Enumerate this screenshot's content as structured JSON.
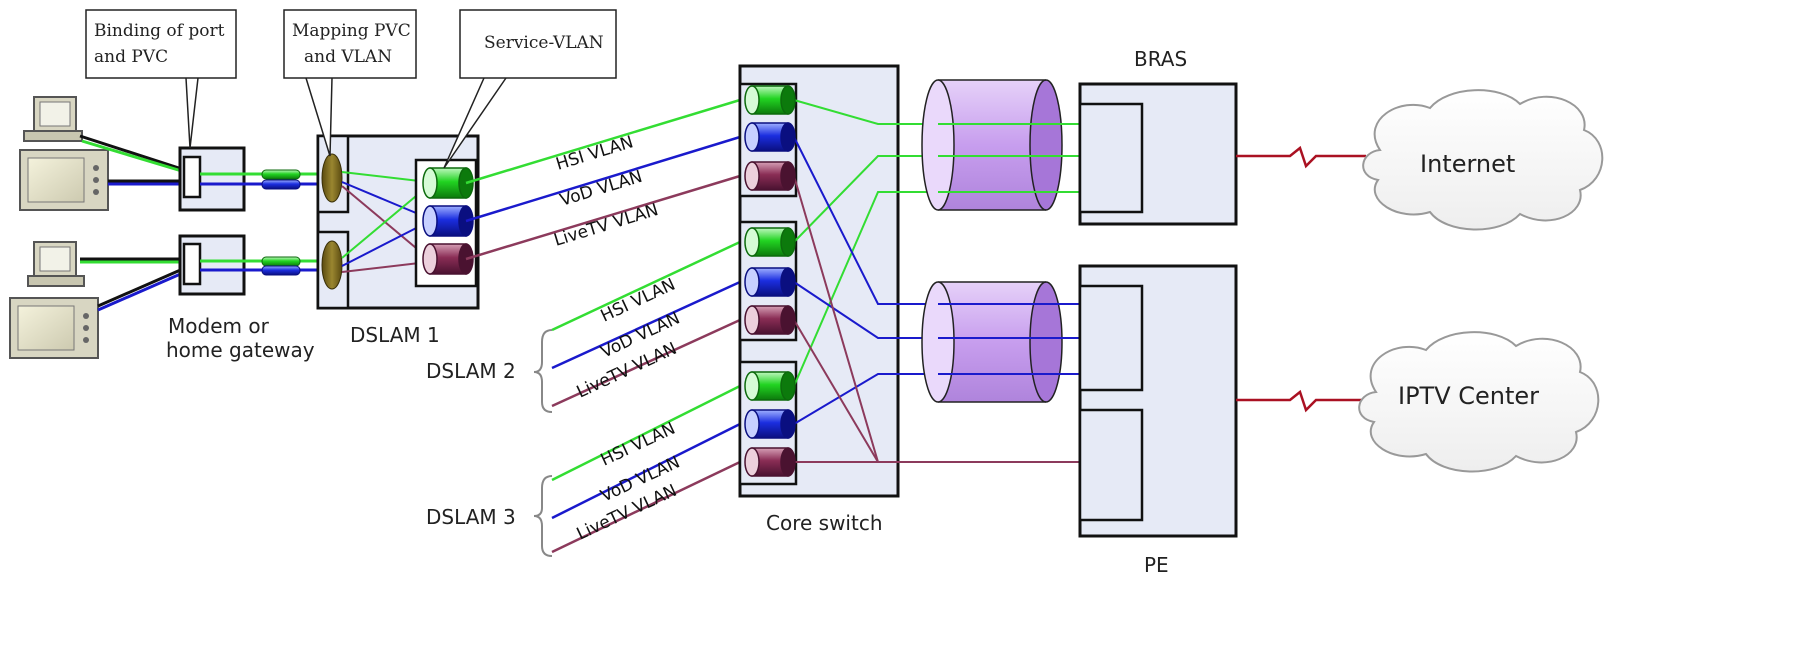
{
  "callouts": {
    "binding": [
      "Binding of port",
      "and PVC"
    ],
    "mapping": [
      "Mapping PVC",
      "and VLAN"
    ],
    "service": "Service-VLAN"
  },
  "nodes": {
    "modem_line1": "Modem or",
    "modem_line2": "home gateway",
    "dslam1": "DSLAM 1",
    "dslam2": "DSLAM 2",
    "dslam3": "DSLAM 3",
    "core_switch": "Core switch",
    "bras": "BRAS",
    "pe": "PE",
    "internet": "Internet",
    "iptv_center": "IPTV Center"
  },
  "vlans": {
    "hsi": "HSI VLAN",
    "vod": "VoD VLAN",
    "livetv": "LiveTV VLAN"
  },
  "colors": {
    "hsi": "#33dd33",
    "vod": "#1a1acc",
    "livetv": "#8c3a5c",
    "box_fill": "#e6eaf6",
    "pipe": "#c9a2ee",
    "wan_link": "#aa1122"
  }
}
